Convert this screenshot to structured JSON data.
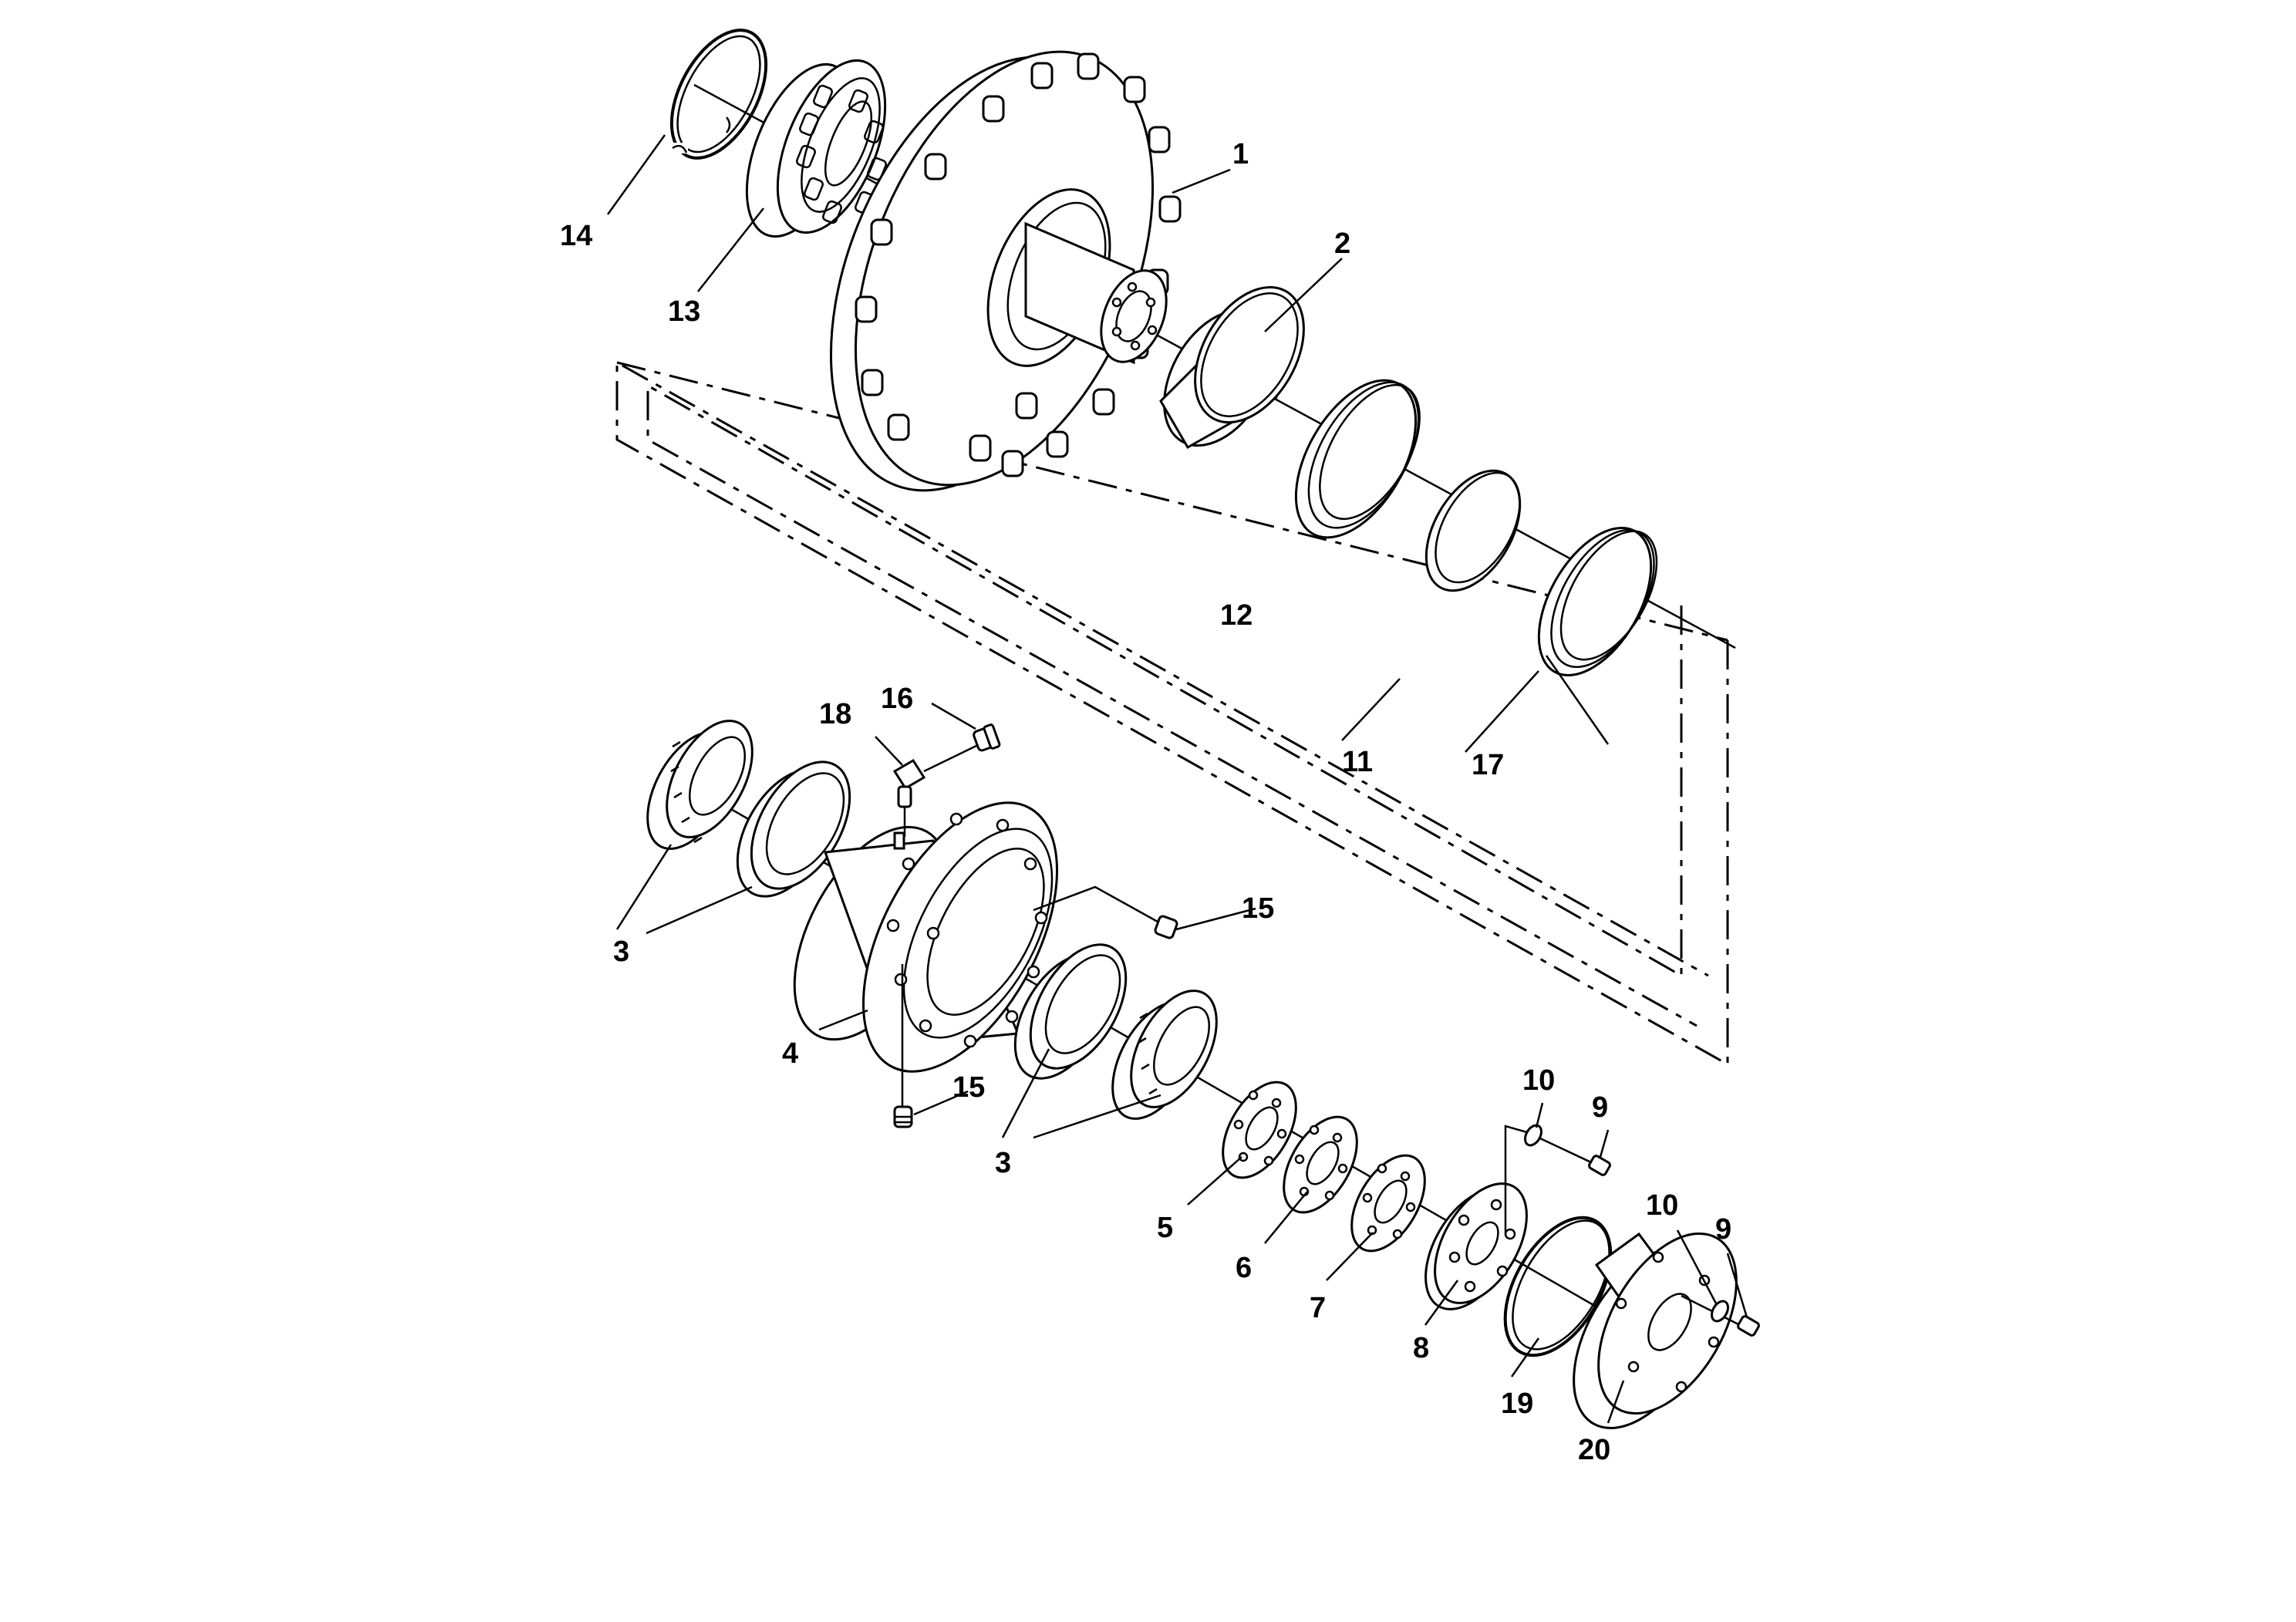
{
  "callouts": [
    {
      "id": "c1",
      "text": "1"
    },
    {
      "id": "c2",
      "text": "2"
    },
    {
      "id": "c3a",
      "text": "3"
    },
    {
      "id": "c3b",
      "text": "3"
    },
    {
      "id": "c4",
      "text": "4"
    },
    {
      "id": "c5",
      "text": "5"
    },
    {
      "id": "c6",
      "text": "6"
    },
    {
      "id": "c7",
      "text": "7"
    },
    {
      "id": "c8",
      "text": "8"
    },
    {
      "id": "c9a",
      "text": "9"
    },
    {
      "id": "c9b",
      "text": "9"
    },
    {
      "id": "c10a",
      "text": "10"
    },
    {
      "id": "c10b",
      "text": "10"
    },
    {
      "id": "c11",
      "text": "11"
    },
    {
      "id": "c12",
      "text": "12"
    },
    {
      "id": "c13",
      "text": "13"
    },
    {
      "id": "c14",
      "text": "14"
    },
    {
      "id": "c15a",
      "text": "15"
    },
    {
      "id": "c15b",
      "text": "15"
    },
    {
      "id": "c16",
      "text": "16"
    },
    {
      "id": "c17",
      "text": "17"
    },
    {
      "id": "c18",
      "text": "18"
    },
    {
      "id": "c19",
      "text": "19"
    },
    {
      "id": "c20",
      "text": "20"
    }
  ],
  "colors": {
    "line": "#000000",
    "background": "#ffffff"
  }
}
